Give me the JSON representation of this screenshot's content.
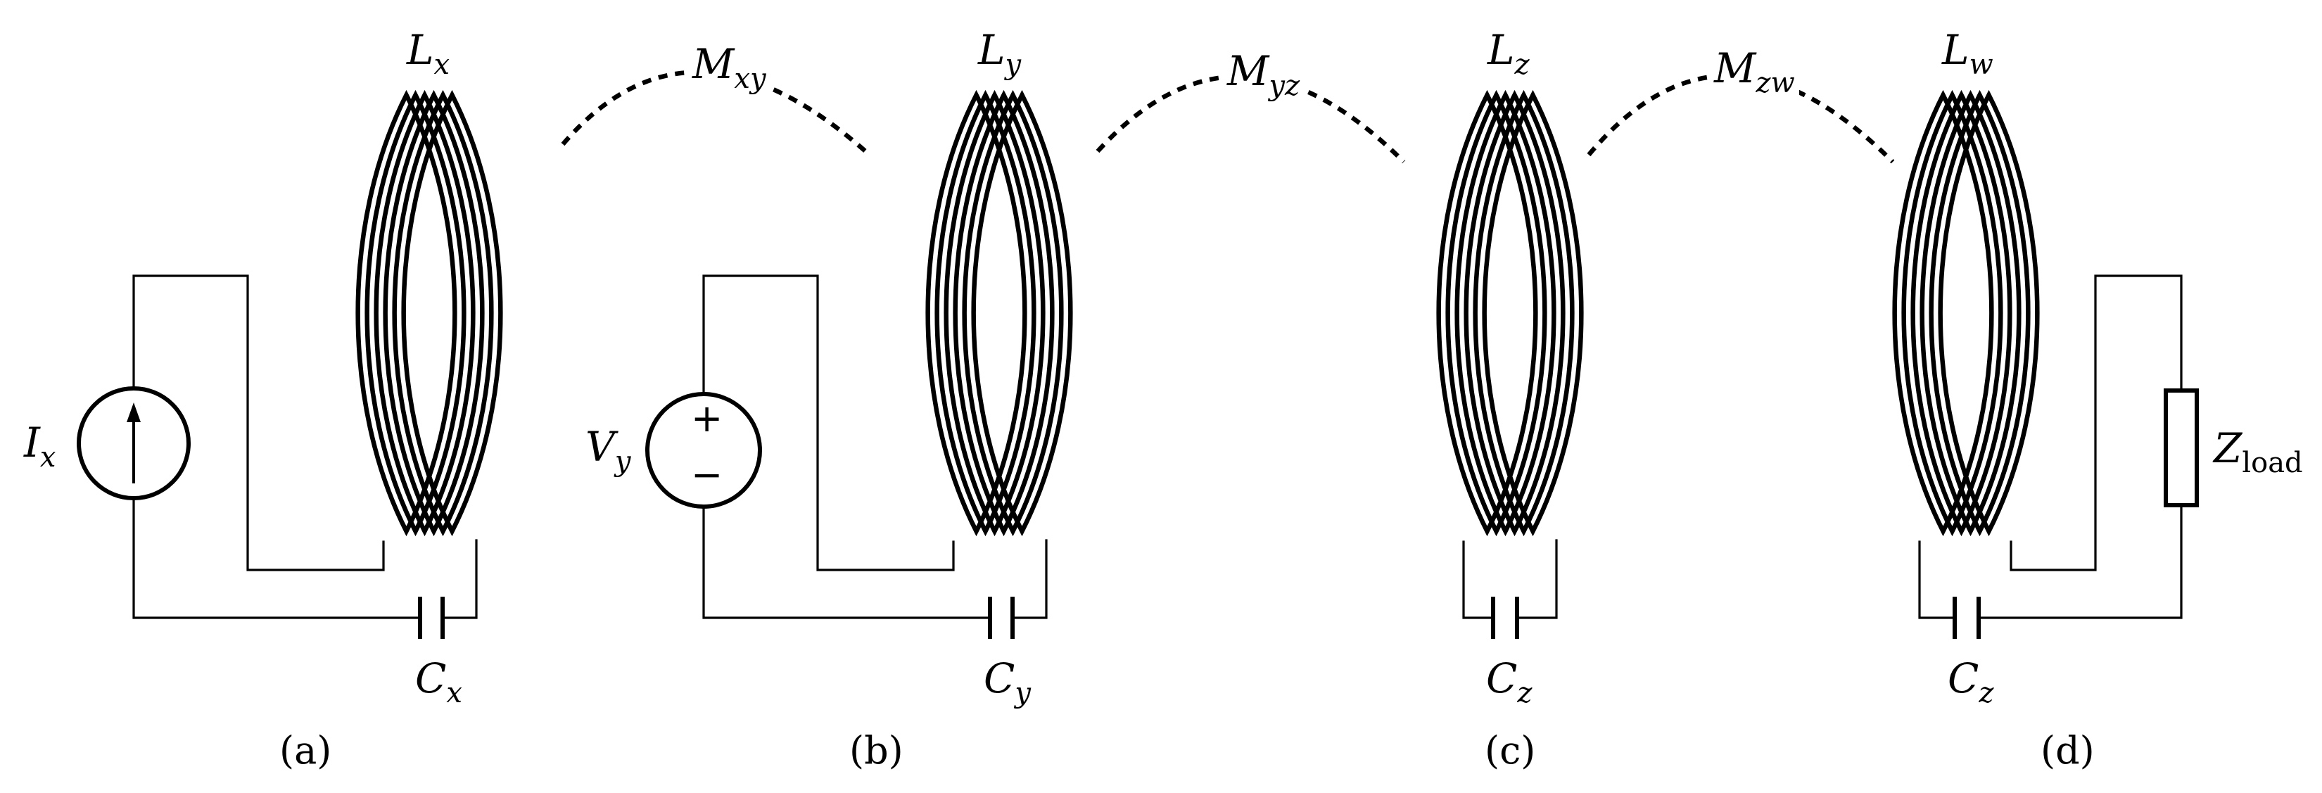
{
  "stages": [
    {
      "inductor": {
        "main": "L",
        "sub": "x"
      },
      "capacitor": {
        "main": "C",
        "sub": "x"
      },
      "caption": "(a)",
      "source": {
        "main": "I",
        "sub": "x"
      }
    },
    {
      "inductor": {
        "main": "L",
        "sub": "y"
      },
      "capacitor": {
        "main": "C",
        "sub": "y"
      },
      "caption": "(b)",
      "source": {
        "main": "V",
        "sub": "y"
      }
    },
    {
      "inductor": {
        "main": "L",
        "sub": "z"
      },
      "capacitor": {
        "main": "C",
        "sub": "z"
      },
      "caption": "(c)"
    },
    {
      "inductor": {
        "main": "L",
        "sub": "w"
      },
      "capacitor": {
        "main": "C",
        "sub": "z"
      },
      "caption": "(d)",
      "load": {
        "main": "Z",
        "sub": "load"
      }
    }
  ],
  "couplings": [
    {
      "main": "M",
      "sub": "xy"
    },
    {
      "main": "M",
      "sub": "yz"
    },
    {
      "main": "M",
      "sub": "zw"
    }
  ],
  "voltage_signs": {
    "plus": "+",
    "minus": "−"
  },
  "colors": {
    "ink": "#000000",
    "background": "#ffffff"
  }
}
